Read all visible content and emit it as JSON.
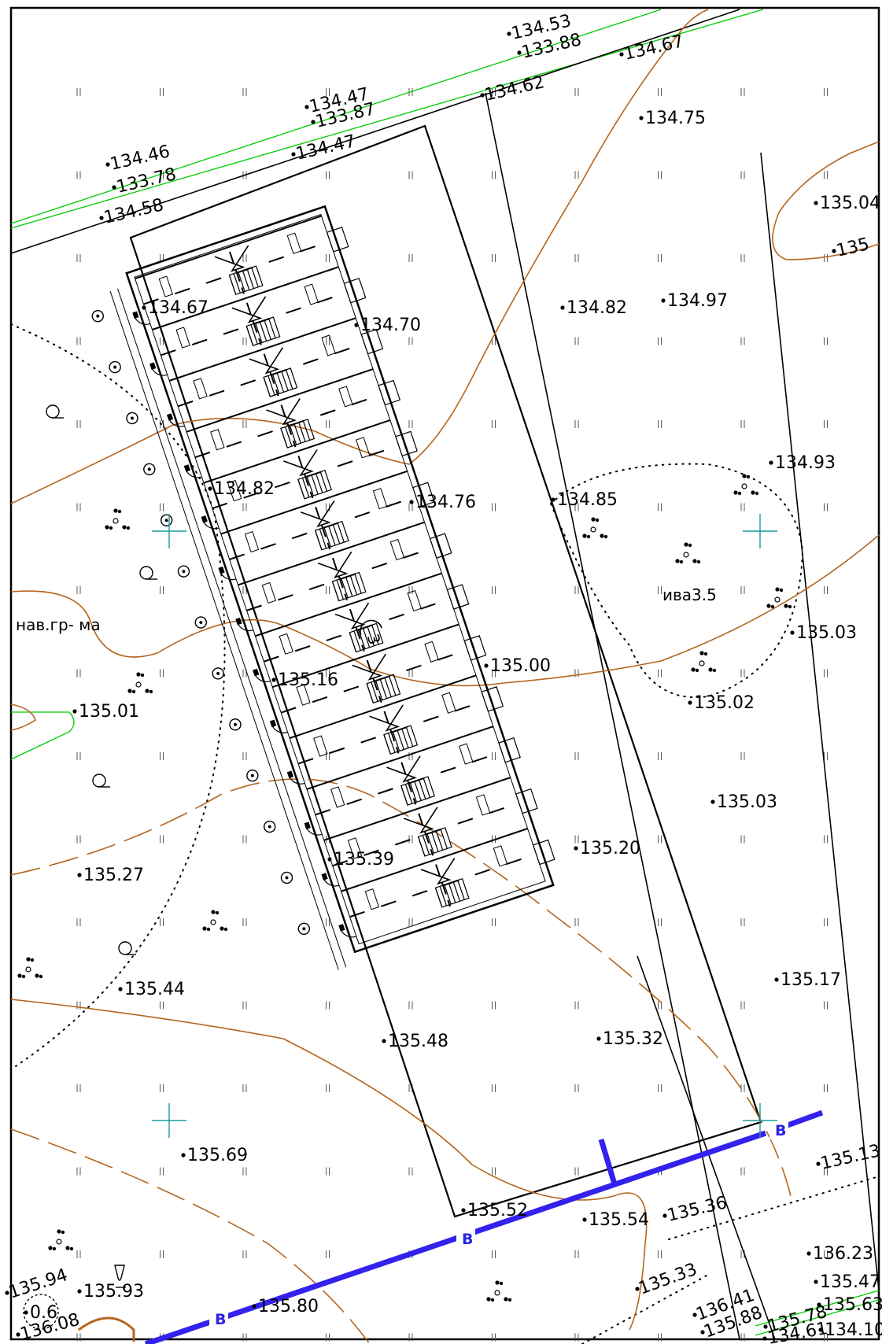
{
  "colors": {
    "background": "#ffffff",
    "linework": "#000000",
    "contour": "#b5651d",
    "road_edge": "#00cc00",
    "utility_line": "#3322ee",
    "survey_cross": "#1a9a9a"
  },
  "elevations": [
    {
      "id": "e1",
      "text": "134.53"
    },
    {
      "id": "e2",
      "text": "133.88"
    },
    {
      "id": "e3",
      "text": "134.67"
    },
    {
      "id": "e4",
      "text": "134.47"
    },
    {
      "id": "e5",
      "text": "133.87"
    },
    {
      "id": "e6",
      "text": "134.62"
    },
    {
      "id": "e7",
      "text": "134.75"
    },
    {
      "id": "e8",
      "text": "134.46"
    },
    {
      "id": "e9",
      "text": "133.78"
    },
    {
      "id": "e10",
      "text": "134.47"
    },
    {
      "id": "e11",
      "text": "134.58"
    },
    {
      "id": "e12",
      "text": "135.04"
    },
    {
      "id": "e13",
      "text": "135"
    },
    {
      "id": "e14",
      "text": "134.67"
    },
    {
      "id": "e15",
      "text": "134.70"
    },
    {
      "id": "e16",
      "text": "134.82"
    },
    {
      "id": "e17",
      "text": "134.97"
    },
    {
      "id": "e18",
      "text": "134.93"
    },
    {
      "id": "e19",
      "text": "134.82"
    },
    {
      "id": "e20",
      "text": "134.76"
    },
    {
      "id": "e21",
      "text": "134.85"
    },
    {
      "id": "e22",
      "text": "135.03"
    },
    {
      "id": "e23",
      "text": "135.16"
    },
    {
      "id": "e24",
      "text": "135.00"
    },
    {
      "id": "e25",
      "text": "135.02"
    },
    {
      "id": "e26",
      "text": "135.01"
    },
    {
      "id": "e27",
      "text": "135.03"
    },
    {
      "id": "e28",
      "text": "135.20"
    },
    {
      "id": "e29",
      "text": "135.27"
    },
    {
      "id": "e30",
      "text": "135.39"
    },
    {
      "id": "e31",
      "text": "135.17"
    },
    {
      "id": "e32",
      "text": "135.44"
    },
    {
      "id": "e33",
      "text": "135.48"
    },
    {
      "id": "e34",
      "text": "135.32"
    },
    {
      "id": "e35",
      "text": "135.69"
    },
    {
      "id": "e36",
      "text": "135.13"
    },
    {
      "id": "e37",
      "text": "135.52"
    },
    {
      "id": "e38",
      "text": "135.54"
    },
    {
      "id": "e39",
      "text": "135.36"
    },
    {
      "id": "e40",
      "text": "136.23"
    },
    {
      "id": "e41",
      "text": "135.94"
    },
    {
      "id": "e42",
      "text": "135.93"
    },
    {
      "id": "e43",
      "text": "135.33"
    },
    {
      "id": "e44",
      "text": "135.47"
    },
    {
      "id": "e45",
      "text": "0.6"
    },
    {
      "id": "e46",
      "text": "136.08"
    },
    {
      "id": "e47",
      "text": "135.80"
    },
    {
      "id": "e48",
      "text": "136.41"
    },
    {
      "id": "e49",
      "text": "135.63"
    },
    {
      "id": "e50",
      "text": "135.88"
    },
    {
      "id": "e51",
      "text": "135.78"
    },
    {
      "id": "e52",
      "text": "134.61"
    },
    {
      "id": "e53",
      "text": "134.10"
    }
  ],
  "annotations": {
    "land_use_left": "нав.гр- ма",
    "tree_label": "ива3.5",
    "utility_code": "В",
    "step_mark": "3"
  },
  "building": {
    "units": 13
  }
}
